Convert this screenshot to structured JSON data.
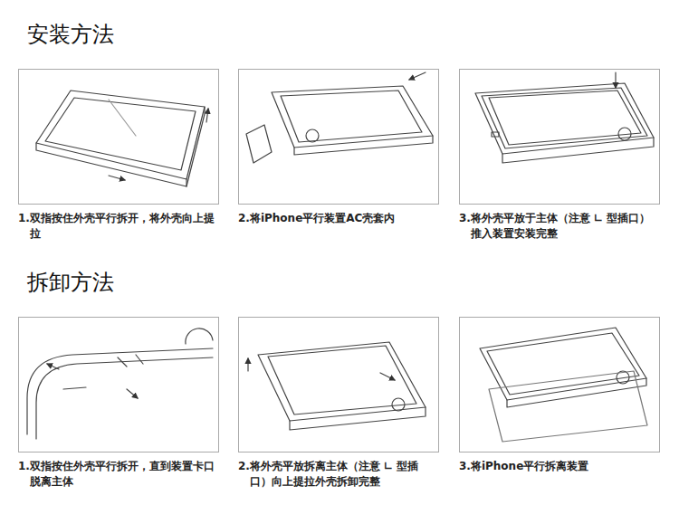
{
  "diagram": {
    "nodes": [
      {
        "text": [
          "1.双指按住外壳平行拆开，将外壳向上提拉"
        ]
      },
      {
        "text": [
          "2.将iPhone平行装置AC壳套内"
        ]
      },
      {
        "text": [
          "3.将外壳平放于主体（注意 ∟ 型插口）推入装置安装完整"
        ]
      },
      {
        "text": [
          "1.双指按住外壳平行拆开，直到装置卡口脱离主体"
        ]
      },
      {
        "text": [
          "2.将外壳平放拆离主体（注意 ∟ 型插口）向上提拉外壳拆卸完整"
        ]
      },
      {
        "text": [
          "3.将iPhone平行拆离装置"
        ]
      }
    ],
    "labels": [
      "安装方法",
      "拆卸方法"
    ]
  }
}
